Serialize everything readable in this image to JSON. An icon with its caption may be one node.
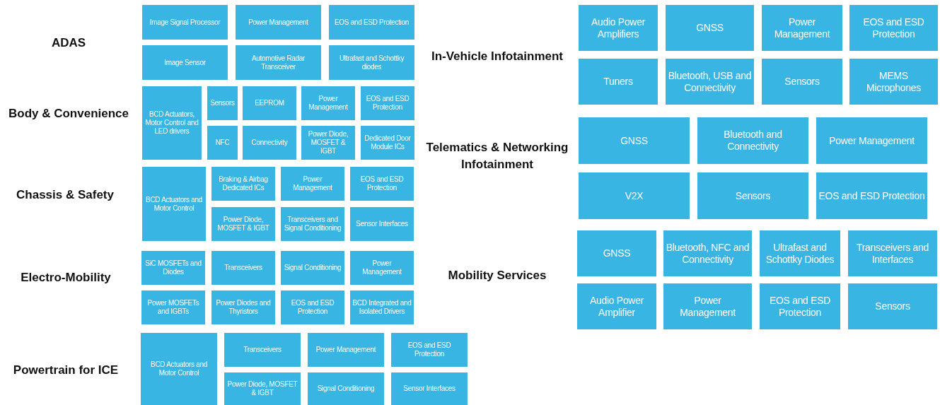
{
  "diagram": {
    "nodes": [
      {
        "text": [
          "Image Signal Processor"
        ]
      },
      {
        "text": [
          "Power Management"
        ]
      },
      {
        "text": [
          "EOS and ESD Protection"
        ]
      },
      {
        "text": [
          "Image Sensor"
        ]
      },
      {
        "text": [
          "Automotive Radar Transceiver"
        ]
      },
      {
        "text": [
          "Ultrafast and Schottky diodes"
        ]
      },
      {
        "text": [
          "BCD Actuators, Motor Control and LED drivers"
        ]
      },
      {
        "text": [
          "Sensors"
        ]
      },
      {
        "text": [
          "EEPROM"
        ]
      },
      {
        "text": [
          "Power Management"
        ]
      },
      {
        "text": [
          "EOS and ESD Protection"
        ]
      },
      {
        "text": [
          "NFC"
        ]
      },
      {
        "text": [
          "Connectivity"
        ]
      },
      {
        "text": [
          "Power Diode, MOSFET & IGBT"
        ]
      },
      {
        "text": [
          "Dedicated Door Module ICs"
        ]
      },
      {
        "text": [
          "BCD Actuators and Motor Control"
        ]
      },
      {
        "text": [
          "Braking & Airbag Dedicated ICs"
        ]
      },
      {
        "text": [
          "Power Management"
        ]
      },
      {
        "text": [
          "EOS and ESD Protection"
        ]
      },
      {
        "text": [
          "Power Diode, MOSFET & IGBT"
        ]
      },
      {
        "text": [
          "Transceivers and Signal Conditioning"
        ]
      },
      {
        "text": [
          "Sensor Interfaces"
        ]
      },
      {
        "text": [
          "SiC MOSFETs and Diodes"
        ]
      },
      {
        "text": [
          "Transceivers"
        ]
      },
      {
        "text": [
          "Signal Conditioning"
        ]
      },
      {
        "text": [
          "Power Management"
        ]
      },
      {
        "text": [
          "Power MOSFETs and IGBTs"
        ]
      },
      {
        "text": [
          "Power Diodes and Thyristors"
        ]
      },
      {
        "text": [
          "EOS and ESD Protection"
        ]
      },
      {
        "text": [
          "BCD Integrated and Isolated Drivers"
        ]
      },
      {
        "text": [
          "BCD Actuators and Motor Control"
        ]
      },
      {
        "text": [
          "Transceivers"
        ]
      },
      {
        "text": [
          "Power Management"
        ]
      },
      {
        "text": [
          "EOS and ESD Protection"
        ]
      },
      {
        "text": [
          "Power Diode, MOSFET & IGBT"
        ]
      },
      {
        "text": [
          "Signal Conditioning"
        ]
      },
      {
        "text": [
          "Sensor Interfaces"
        ]
      },
      {
        "text": [
          "Audio Power Amplifiers"
        ]
      },
      {
        "text": [
          "GNSS"
        ]
      },
      {
        "text": [
          "Power Management"
        ]
      },
      {
        "text": [
          "EOS and ESD Protection"
        ]
      },
      {
        "text": [
          "Tuners"
        ]
      },
      {
        "text": [
          "Bluetooth, USB and Connectivity"
        ]
      },
      {
        "text": [
          "Sensors"
        ]
      },
      {
        "text": [
          "MEMS Microphones"
        ]
      },
      {
        "text": [
          "GNSS"
        ]
      },
      {
        "text": [
          "Bluetooth and Connectivity"
        ]
      },
      {
        "text": [
          "Power Management"
        ]
      },
      {
        "text": [
          "V2X"
        ]
      },
      {
        "text": [
          "Sensors"
        ]
      },
      {
        "text": [
          "EOS and ESD Protection"
        ]
      },
      {
        "text": [
          "GNSS"
        ]
      },
      {
        "text": [
          "Bluetooth, NFC and Connectivity"
        ]
      },
      {
        "text": [
          "Ultrafast and Schottky Diodes"
        ]
      },
      {
        "text": [
          "Transceivers and Interfaces"
        ]
      },
      {
        "text": [
          "Audio Power Amplifier"
        ]
      },
      {
        "text": [
          "Power Management"
        ]
      },
      {
        "text": [
          "EOS and ESD Protection"
        ]
      },
      {
        "text": [
          "Sensors"
        ]
      }
    ],
    "labels": [
      "ADAS",
      "Body & Convenience",
      "Chassis & Safety",
      "Electro-Mobility",
      "Powertrain for ICE",
      "In-Vehicle Infotainment",
      "Telematics & Networking Infotainment",
      "Mobility Services"
    ]
  }
}
